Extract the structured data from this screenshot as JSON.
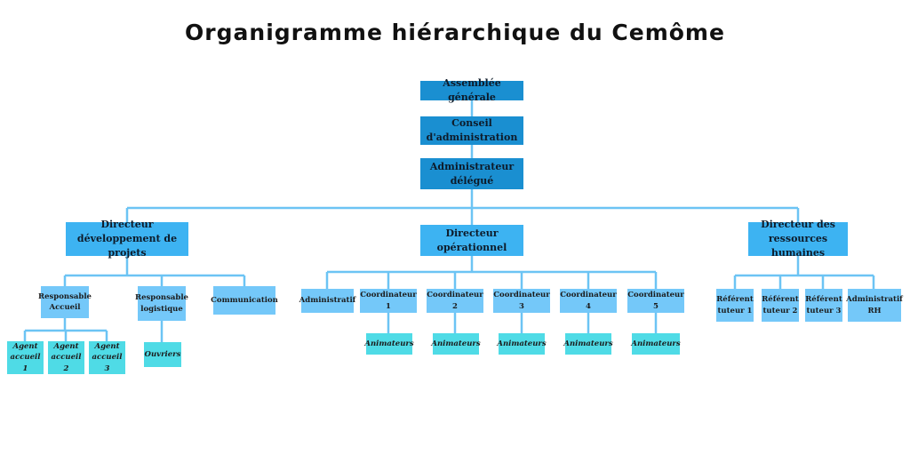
{
  "title": "Organigramme hiérarchique du Cemôme",
  "nodes": {
    "assemblee": "Assemblée générale",
    "conseil": "Conseil\nd'administration",
    "admin_delegue": "Administrateur\ndélégué",
    "dir_dev": "Directeur\ndéveloppement de projets",
    "dir_ops": "Directeur\nopérationnel",
    "dir_rh": "Directeur des\nressources humaines",
    "resp_accueil": "Responsable\nAccueil",
    "resp_logistique": "Responsable\nlogistique",
    "communication": "Communication",
    "agent1": "Agent\naccueil 1",
    "agent2": "Agent\naccueil 2",
    "agent3": "Agent\naccueil 3",
    "ouvriers": "Ouvriers",
    "administratif": "Administratif",
    "coord1": "Coordinateur 1",
    "coord2": "Coordinateur 2",
    "coord3": "Coordinateur 3",
    "coord4": "Coordinateur 4",
    "coord5": "Coordinateur 5",
    "anim1": "Animateurs",
    "anim2": "Animateurs",
    "anim3": "Animateurs",
    "anim4": "Animateurs",
    "anim5": "Animateurs",
    "ref1": "Référent\ntuteur 1",
    "ref2": "Référent\ntuteur 2",
    "ref3": "Référent\ntuteur 3",
    "admin_rh": "Administratif\nRH"
  },
  "colors": {
    "top_level": "#1a8fd1",
    "director": "#3db3f2",
    "manager": "#74c8f9",
    "staff": "#4fdbe6",
    "connector": "#6cc4f4"
  }
}
